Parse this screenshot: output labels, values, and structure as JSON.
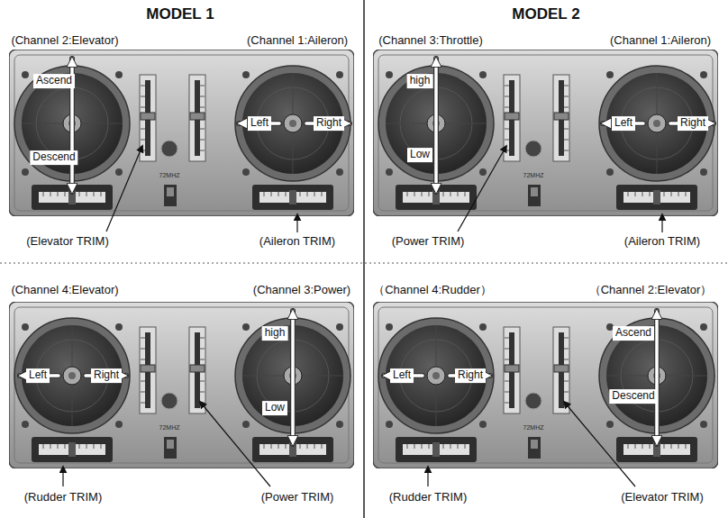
{
  "diagram": {
    "labels": [
      "MODEL 1",
      "MODEL 2",
      "(Channel 2:Elevator)",
      "(Channel 1:Aileron)",
      "Ascend",
      "Descend",
      "Left",
      "Right",
      "72MHZ",
      "(Elevator TRIM)",
      "(Aileron TRIM)",
      "(Channel 3:Throttle)",
      "(Channel 1:Aileron)",
      "high",
      "Low",
      "Left",
      "Right",
      "72MHZ",
      "(Power TRIM)",
      "(Aileron TRIM)",
      "(Channel 4:Elevator)",
      "(Channel 3:Power)",
      "Left",
      "Right",
      "high",
      "Low",
      "72MHZ",
      "(Rudder TRIM)",
      "(Power TRIM)",
      "（Channel 4:Rudder）",
      "（Channel 2:Elevator）",
      "Left",
      "Right",
      "Ascend",
      "Descend",
      "72MHZ",
      "(Rudder TRIM)",
      "(Elevator TRIM)"
    ]
  }
}
